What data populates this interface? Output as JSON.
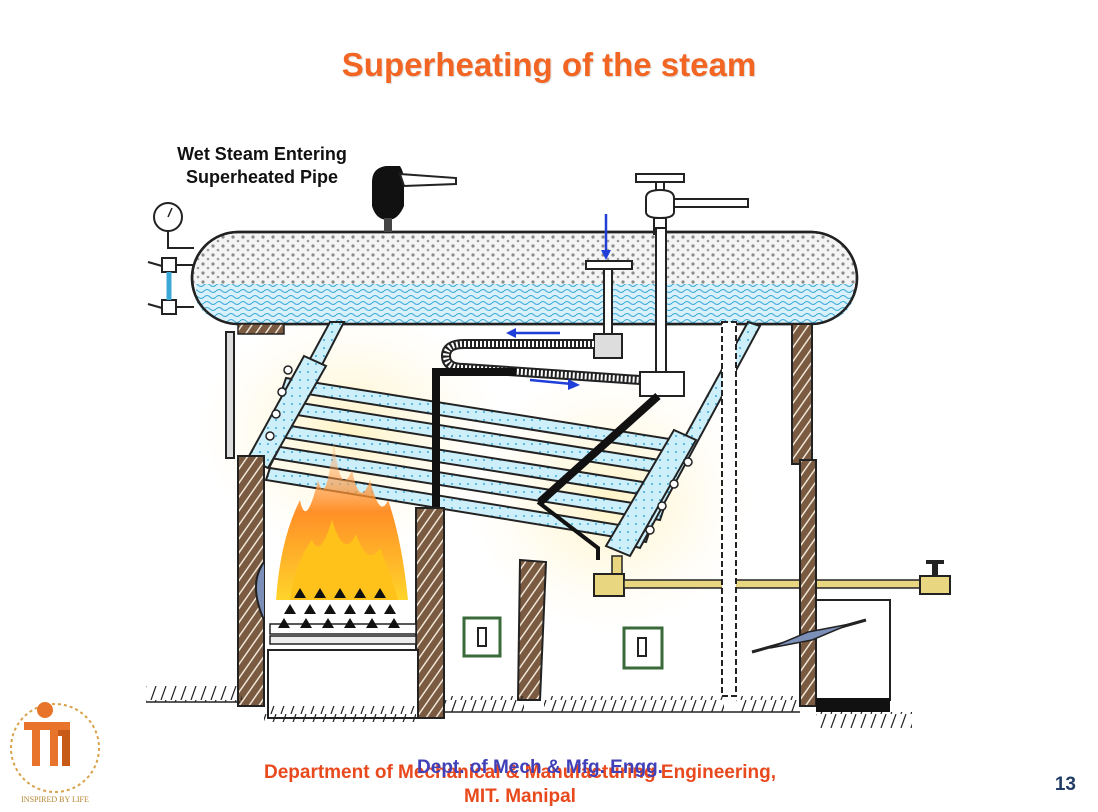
{
  "slide": {
    "title": "Superheating of the steam",
    "page_number": "13"
  },
  "diagram": {
    "label_line1": "Wet Steam Entering",
    "label_line2": "Superheated Pipe"
  },
  "footer": {
    "department": "Department of Mechanical & Manufacturing Engineering,",
    "institute": "MIT. Manipal",
    "overlay_text": "Dept. of Mech & Mfg. Engg."
  },
  "logo": {
    "caption": "INSPIRED BY LIFE"
  },
  "colors": {
    "title": "#f26522",
    "footer": "#e8491d",
    "overlay": "#4040b8",
    "water": "#bfe6f5",
    "fire": "#f39c12",
    "page_number": "#1f3b66"
  }
}
